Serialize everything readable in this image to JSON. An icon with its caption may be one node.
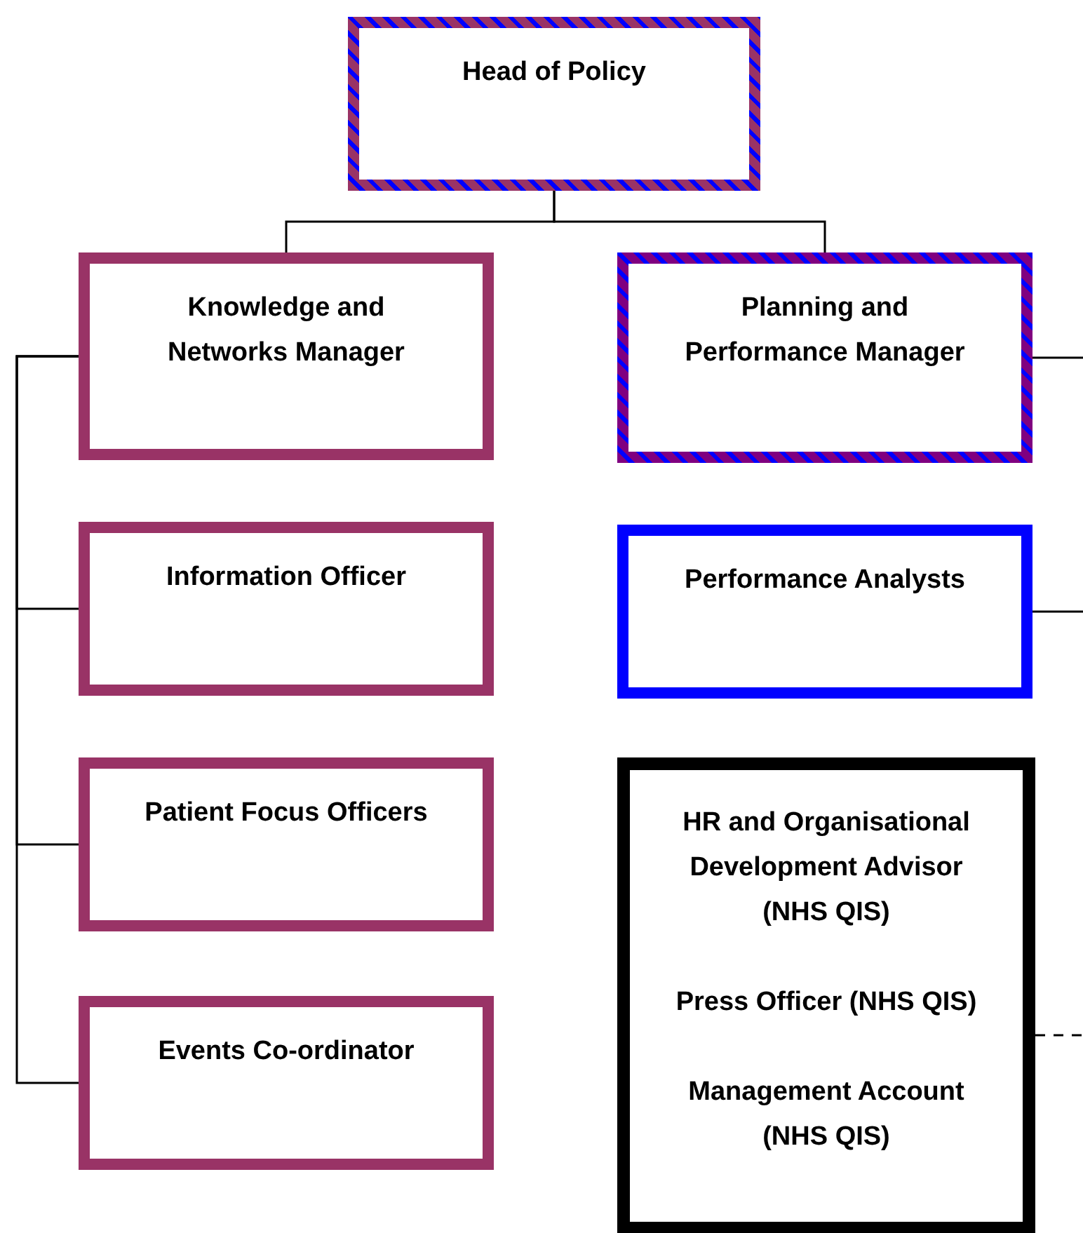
{
  "diagram": {
    "nodes": [
      {
        "text": [
          "Head of Policy"
        ]
      },
      {
        "text": [
          "Knowledge and Networks Manager"
        ]
      },
      {
        "text": [
          "Planning and Performance Manager"
        ]
      },
      {
        "text": [
          "Information Officer"
        ]
      },
      {
        "text": [
          "Performance Analysts"
        ]
      },
      {
        "text": [
          "Patient Focus Officers"
        ]
      },
      {
        "text": [
          "HR and Organisational Development Advisor (NHS QIS)",
          "Press Officer (NHS QIS)",
          "Management Account (NHS QIS)"
        ]
      },
      {
        "text": [
          "Events Co-ordinator"
        ]
      }
    ],
    "edges": [
      {
        "from": 0,
        "to": 1,
        "arrow": "none"
      },
      {
        "from": 0,
        "to": 2,
        "arrow": "none"
      },
      {
        "from": 1,
        "to": 3,
        "arrow": "none"
      },
      {
        "from": 1,
        "to": 5,
        "arrow": "none"
      },
      {
        "from": 1,
        "to": 7,
        "arrow": "none"
      },
      {
        "from": 2,
        "to": null,
        "arrow": "none"
      },
      {
        "from": 4,
        "to": null,
        "arrow": "none"
      },
      {
        "from": 6,
        "to": null,
        "arrow": "none",
        "style": "dashed"
      }
    ]
  }
}
